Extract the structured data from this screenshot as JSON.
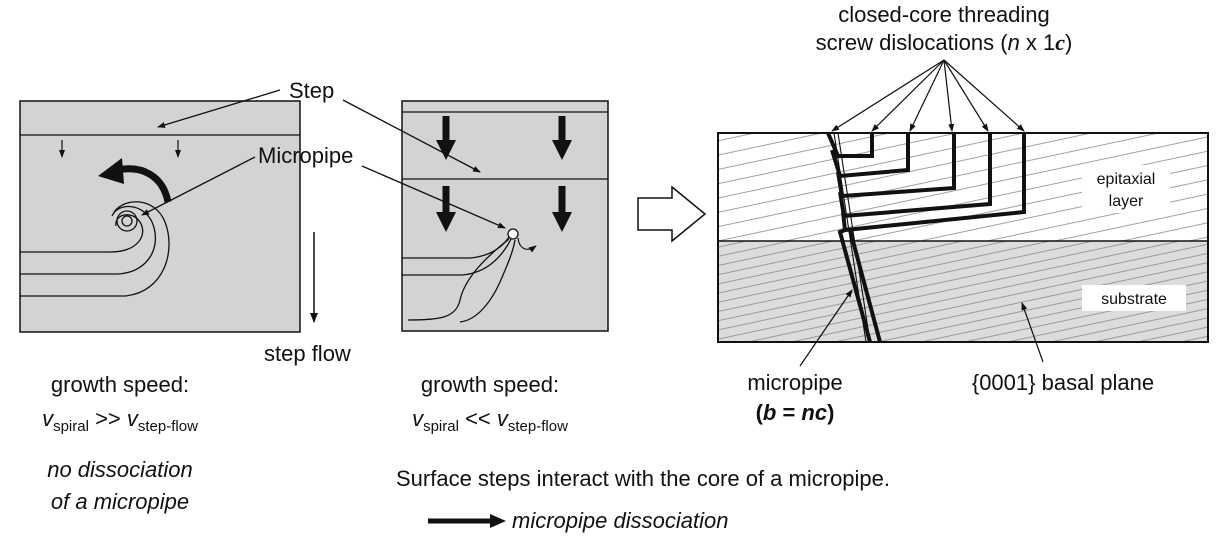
{
  "labels": {
    "step": "Step",
    "micropipe_top": "Micropipe",
    "step_flow": "step flow",
    "closed_core_line1": "closed-core threading",
    "closed_core_line2_pre": "screw dislocations (",
    "closed_core_n": "n",
    "closed_core_mid": " x 1",
    "closed_core_c": "c",
    "closed_core_close": ")",
    "epitaxial_1": "epitaxial",
    "epitaxial_2": "layer",
    "substrate": "substrate",
    "micropipe_right": "micropipe",
    "burgers_open": "(",
    "burgers_b": "b",
    "burgers_eq": " = ",
    "burgers_nc": "nc",
    "burgers_close": ")",
    "basal_plane": "{0001} basal plane"
  },
  "left_panel": {
    "growth_speed": "growth speed:",
    "v1": "v",
    "v1_sub": "spiral",
    "relation": " >> ",
    "v2": "v",
    "v2_sub": "step-flow",
    "conclusion_1": "no dissociation",
    "conclusion_2": "of a micropipe"
  },
  "middle_panel": {
    "growth_speed": "growth speed:",
    "v1": "v",
    "v1_sub": "spiral",
    "relation": " << ",
    "v2": "v",
    "v2_sub": "step-flow"
  },
  "bottom": {
    "surface_steps": "Surface steps interact with the core of a micropipe.",
    "result": "micropipe dissociation"
  },
  "colors": {
    "panel_fill": "#d3d3d3",
    "substrate_fill": "#dcdcdc",
    "hatch": "#8a8a8a",
    "line": "#111111"
  }
}
